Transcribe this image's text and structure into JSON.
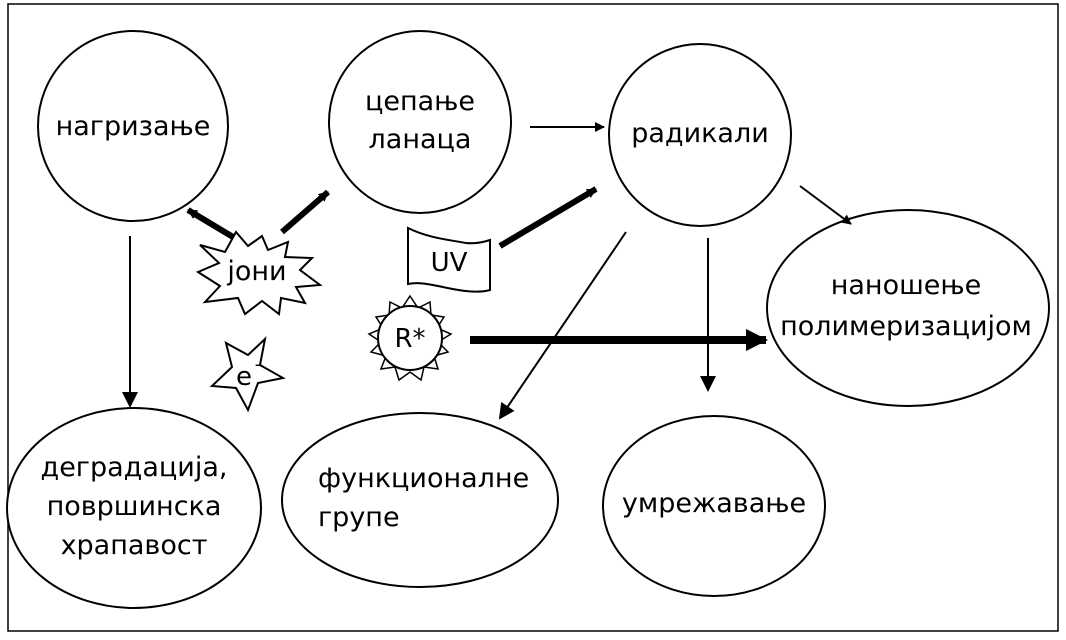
{
  "nodes": {
    "etching": "нагризање",
    "chain_scission_1": "цепање",
    "chain_scission_2": "ланаца",
    "radicals": "радикали",
    "plasma_polymerization_1": "наношење",
    "plasma_polymerization_2": "полимеризацијом",
    "degradation_1": "деградација,",
    "degradation_2": "површинска",
    "degradation_3": "храпавост",
    "functional_groups_1": "функционалне",
    "functional_groups_2": "групе",
    "crosslinking": "умрежавање"
  },
  "species": {
    "ions": "јони",
    "uv": "UV",
    "excited": "R*",
    "electron": "e",
    "electron_sup": "-"
  }
}
